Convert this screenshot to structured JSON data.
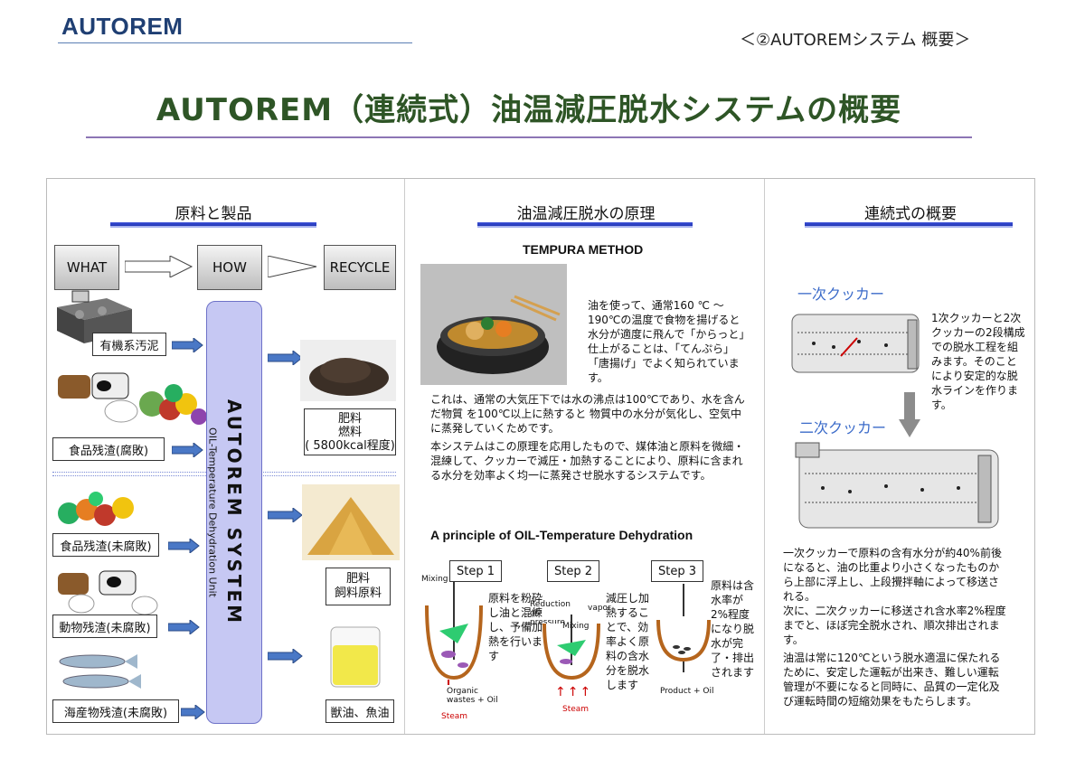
{
  "header": {
    "logo": "AUTOREM",
    "section_tag": "＜②AUTOREMシステム 概要＞",
    "title": "AUTOREM（連続式）油温減圧脱水システムの概要"
  },
  "col1": {
    "heading": "原料と製品",
    "flow": {
      "what": "WHAT",
      "how": "HOW",
      "recycle": "RECYCLE"
    },
    "inputs": [
      "有機系汚泥",
      "食品残渣(腐敗)",
      "食品残渣(未腐敗)",
      "動物残渣(未腐敗)",
      "海産物残渣(未腐敗)"
    ],
    "system_title": "AUTOREM SYSTEM",
    "system_sub": "OIL-Temperature Dehydration Unit",
    "outputs": {
      "o1_line1": "肥料",
      "o1_line2": "燃料",
      "o1_line3": "( 5800kcal程度)",
      "o2_line1": "肥料",
      "o2_line2": "飼料原料",
      "o3": "獣油、魚油"
    }
  },
  "col2": {
    "heading": "油温減圧脱水の原理",
    "tempura_title": "TEMPURA METHOD",
    "tempura_text": "油を使って、通常160 ℃ ～190℃の温度で食物を揚げると水分が適度に飛んで「からっと」仕上がることは、「てんぷら」「唐揚げ」でよく知られています。",
    "para": "これは、通常の大気圧下では水の沸点は100℃であり、水を含んだ物質 を100℃以上に熱すると 物質中の水分が気化し、空気中に蒸発していくためです。",
    "para2": "本システムはこの原理を応用したもので、媒体油と原料を微細・混練して、クッカーで減圧・加熱することにより、原料に含まれる水分を効率よく均一に蒸発させ脱水するシステムです。",
    "principle_title": "A principle of OIL-Temperature Dehydration",
    "steps": [
      {
        "label": "Step 1",
        "text": "原料を粉砕し油と混練し、予備加熱を行います"
      },
      {
        "label": "Step 2",
        "text": "減圧し加熱することで、効率よく原料の含水分を脱水します"
      },
      {
        "label": "Step 3",
        "text": "原料は含水率が2%程度になり脱水が完了・排出されます"
      }
    ],
    "diagram_labels": {
      "mixing": "Mixing",
      "organic": "Organic wastes + Oil",
      "steam1": "Steam",
      "reduction": "Reduction of pressure",
      "vapor": "vapor",
      "mixing2": "Mixing",
      "steam2": "Steam",
      "product": "Product + Oil"
    }
  },
  "col3": {
    "heading": "連続式の概要",
    "cooker1": "一次クッカー",
    "cooker2": "二次クッカー",
    "side_text": "1次クッカーと2次クッカーの2段構成での脱水工程を組みます。そのことにより安定的な脱水ラインを作ります。",
    "p1": "一次クッカーで原料の含有水分が約40%前後になると、油の比重より小さくなったものから上部に浮上し、上段攪拌軸によって移送される。",
    "p2": "次に、二次クッカーに移送され含水率2%程度までと、ほぼ完全脱水され、順次排出されます。",
    "p3": "油温は常に120℃という脱水適温に保たれるために、安定した運転が出来き、難しい運転管理が不要になると同時に、品質の一定化及び運転時間の短縮効果をもたらします。"
  },
  "colors": {
    "title_green": "#2e5526",
    "system_fill": "#c6c8f3",
    "accent_blue": "#2438b5",
    "arrow_blue": "#4a78c6"
  }
}
